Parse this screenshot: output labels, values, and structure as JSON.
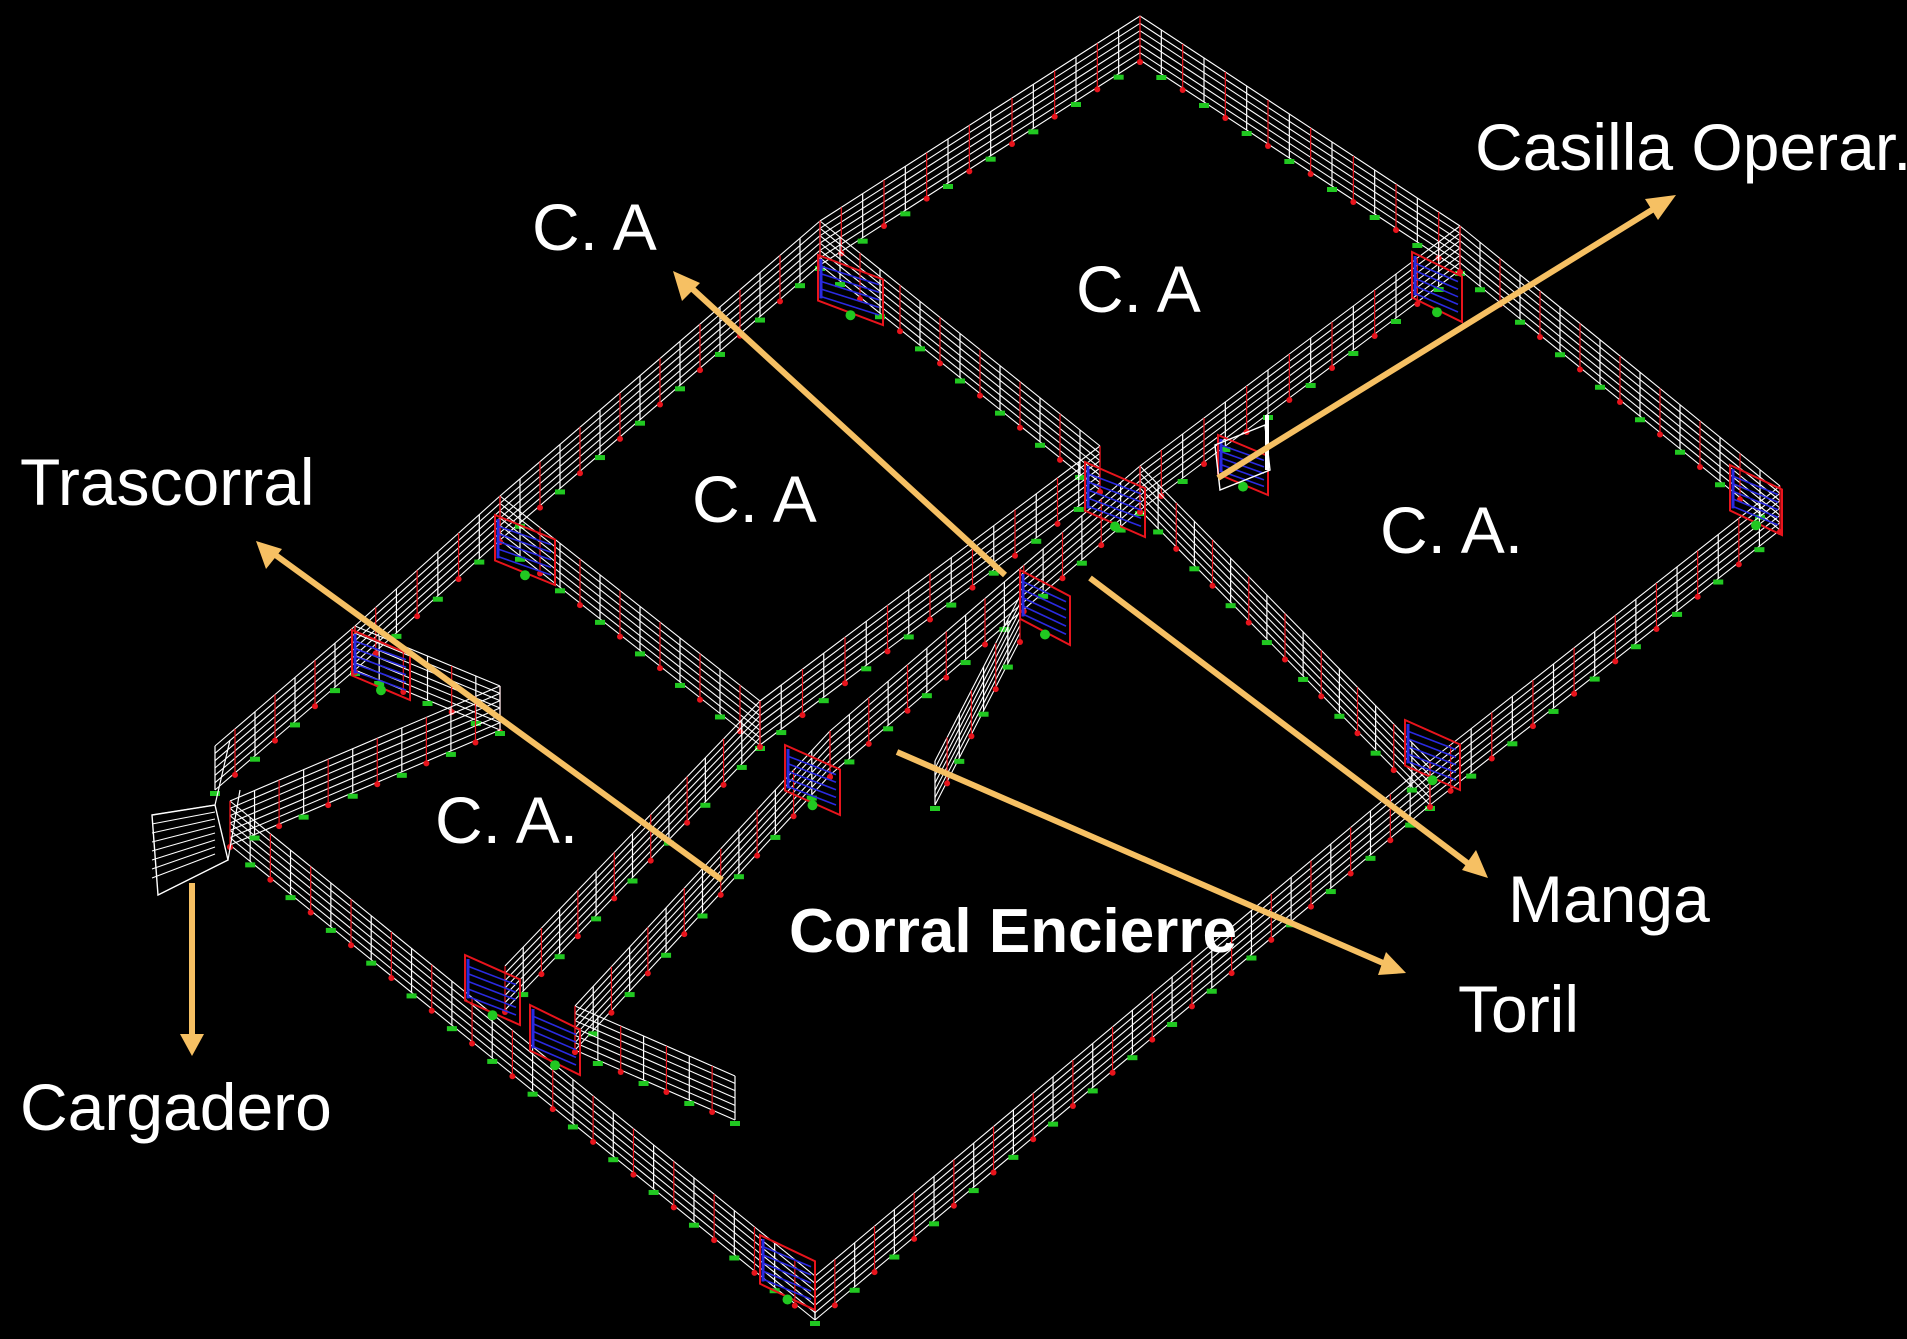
{
  "colors": {
    "background": "#000000",
    "fence": "#ffffff",
    "post": "#e8141c",
    "gate_red": "#e8141c",
    "gate_blue": "#2a2ae0",
    "base": "#21c821",
    "arrow": "#f6c063",
    "label": "#ffffff"
  },
  "labels": {
    "casilla": "Casilla Operar.",
    "ca_top_left": "C. A",
    "ca_top_center": "C. A",
    "ca_mid_left": "C. A",
    "ca_right": "C. A.",
    "ca_bottom_left": "C. A.",
    "trascorral": "Trascorral",
    "manga": "Manga",
    "corral_encierre": "Corral Encierre",
    "toril": "Toril",
    "cargadero": "Cargadero"
  }
}
